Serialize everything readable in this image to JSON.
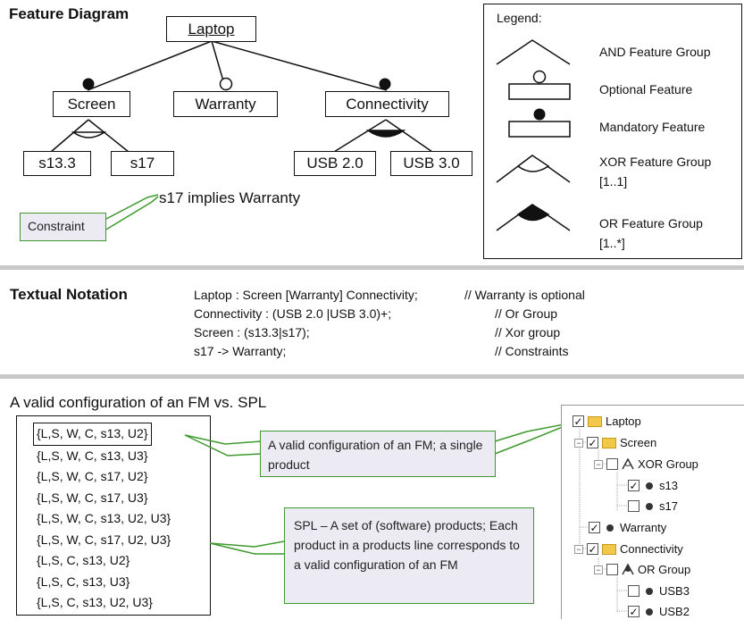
{
  "feature_diagram": {
    "title": "Feature Diagram",
    "root": "Laptop",
    "children": [
      "Screen",
      "Warranty",
      "Connectivity"
    ],
    "screen_children": [
      "s13.3",
      "s17"
    ],
    "connectivity_children": [
      "USB 2.0",
      "USB 3.0"
    ],
    "constraint_text": "s17 implies Warranty",
    "constraint_label": "Constraint"
  },
  "legend": {
    "title": "Legend:",
    "items": [
      "AND Feature Group",
      "Optional Feature",
      "Mandatory Feature",
      "XOR Feature Group [1..1]",
      "OR Feature Group [1..*]"
    ]
  },
  "textual": {
    "title": "Textual Notation",
    "lines": [
      {
        "code": "Laptop : Screen  [Warranty]  Connectivity;",
        "comment": "// Warranty is optional"
      },
      {
        "code": "Connectivity : (USB 2.0 |USB 3.0)+;",
        "comment": "// Or Group"
      },
      {
        "code": "Screen : (s13.3|s17);",
        "comment": "// Xor group"
      },
      {
        "code": "s17 -> Warranty;",
        "comment": "// Constraints"
      }
    ]
  },
  "config": {
    "title": "A valid configuration of an FM vs. SPL",
    "lines": [
      "{L,S, W, C, s13, U2}",
      "{L,S, W, C, s13, U3}",
      "{L,S, W, C, s17, U2}",
      "{L,S, W, C, s17, U3}",
      "{L,S, W, C, s13, U2, U3}",
      "{L,S, W, C, s17, U2, U3}",
      "{L,S, C, s13, U2}",
      "{L,S, C, s13, U3}",
      "{L,S, C, s13, U2, U3}"
    ],
    "callout1": "A valid configuration of an FM; a single product",
    "callout2": "SPL – A set of (software) products; Each product in a products line corresponds to a valid configuration of an FM"
  },
  "tree": {
    "rows": [
      {
        "label": "Laptop",
        "checked": true,
        "icon": "folder-icon"
      },
      {
        "label": "Screen",
        "checked": true,
        "icon": "folder-icon"
      },
      {
        "label": "XOR Group",
        "checked": false,
        "icon": "xor-group-icon"
      },
      {
        "label": "s13",
        "checked": true,
        "icon": "dot-icon"
      },
      {
        "label": "s17",
        "checked": false,
        "icon": "dot-icon"
      },
      {
        "label": "Warranty",
        "checked": true,
        "icon": "dot-icon"
      },
      {
        "label": "Connectivity",
        "checked": true,
        "icon": "folder-icon"
      },
      {
        "label": "OR Group",
        "checked": false,
        "icon": "or-group-icon"
      },
      {
        "label": "USB3",
        "checked": false,
        "icon": "dot-icon"
      },
      {
        "label": "USB2",
        "checked": true,
        "icon": "dot-icon"
      }
    ]
  }
}
